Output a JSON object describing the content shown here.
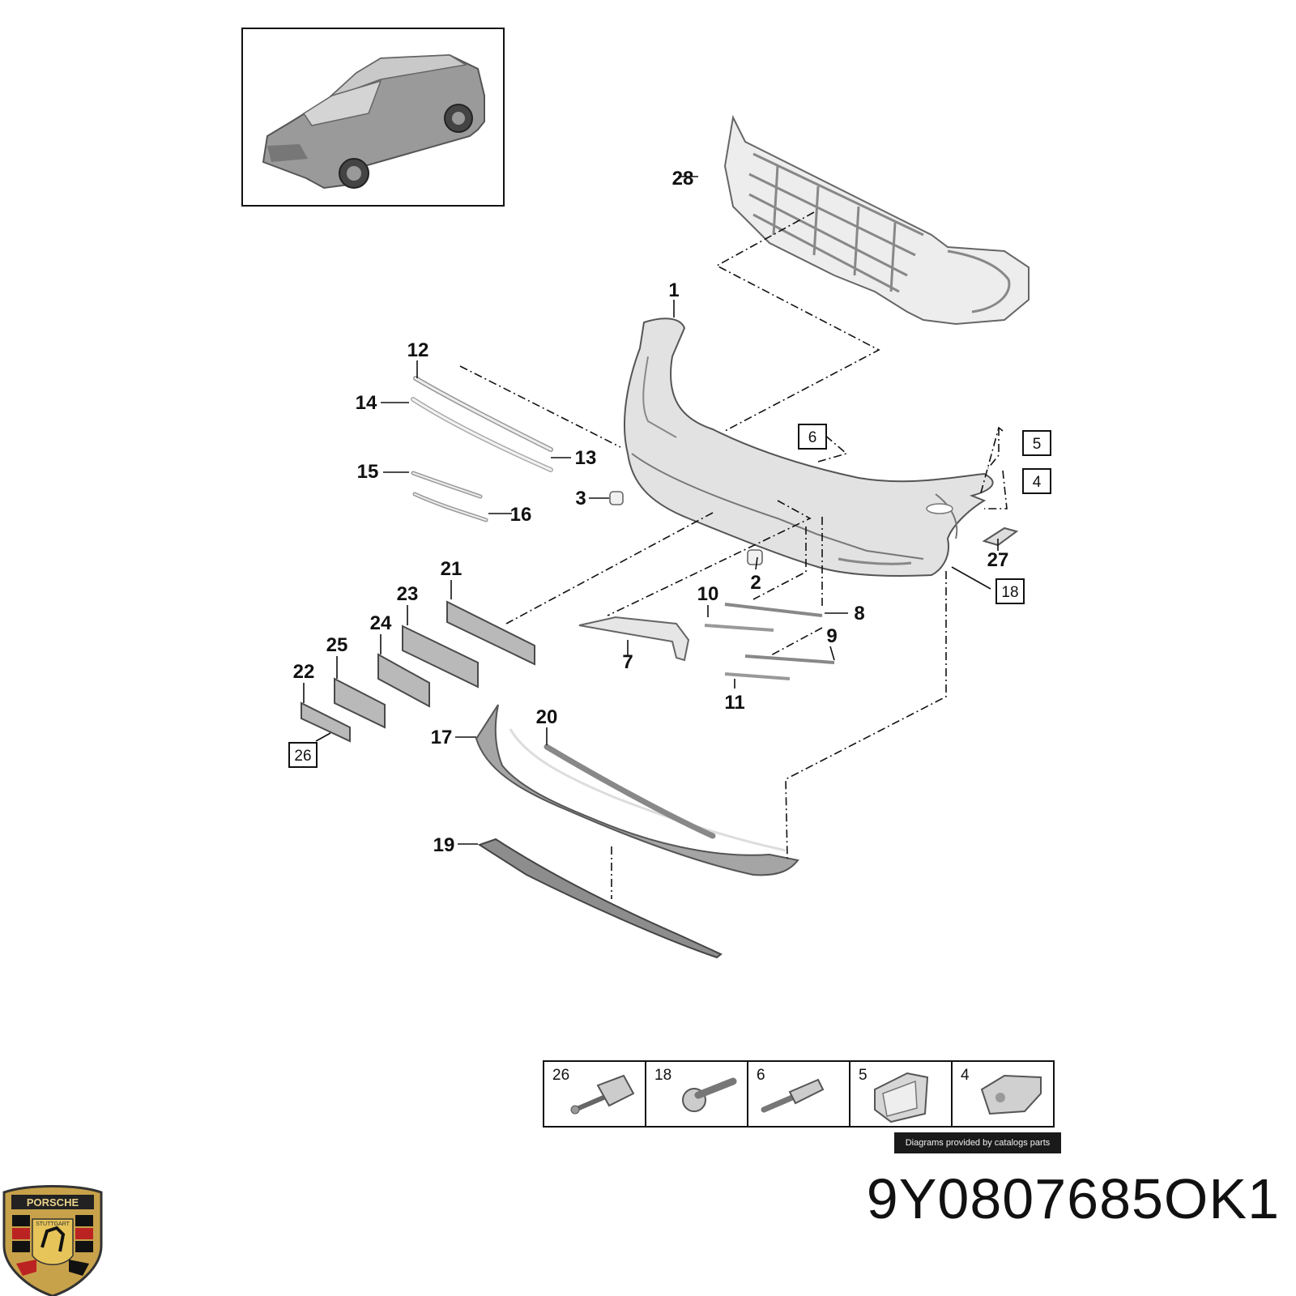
{
  "callouts": {
    "c1": "1",
    "c2": "2",
    "c3": "3",
    "c7": "7",
    "c8": "8",
    "c9": "9",
    "c10": "10",
    "c11": "11",
    "c12": "12",
    "c13": "13",
    "c14": "14",
    "c15": "15",
    "c16": "16",
    "c17": "17",
    "c19": "19",
    "c20": "20",
    "c21": "21",
    "c22": "22",
    "c23": "23",
    "c24": "24",
    "c25": "25",
    "c27": "27",
    "c28": "28"
  },
  "boxed_callouts": {
    "b4": "4",
    "b5": "5",
    "b6": "6",
    "b18": "18",
    "b26": "26"
  },
  "legend": {
    "items": [
      "26",
      "18",
      "6",
      "5",
      "4"
    ]
  },
  "credit": "Diagrams provided by catalogs parts",
  "part_number": "9Y0807685OK1",
  "logo": {
    "top_text": "PORSCHE",
    "center_text": "STUTTGART"
  },
  "colors": {
    "ink": "#111111",
    "part_fill": "#e2e2e2",
    "shade": "#b9b9b9"
  }
}
